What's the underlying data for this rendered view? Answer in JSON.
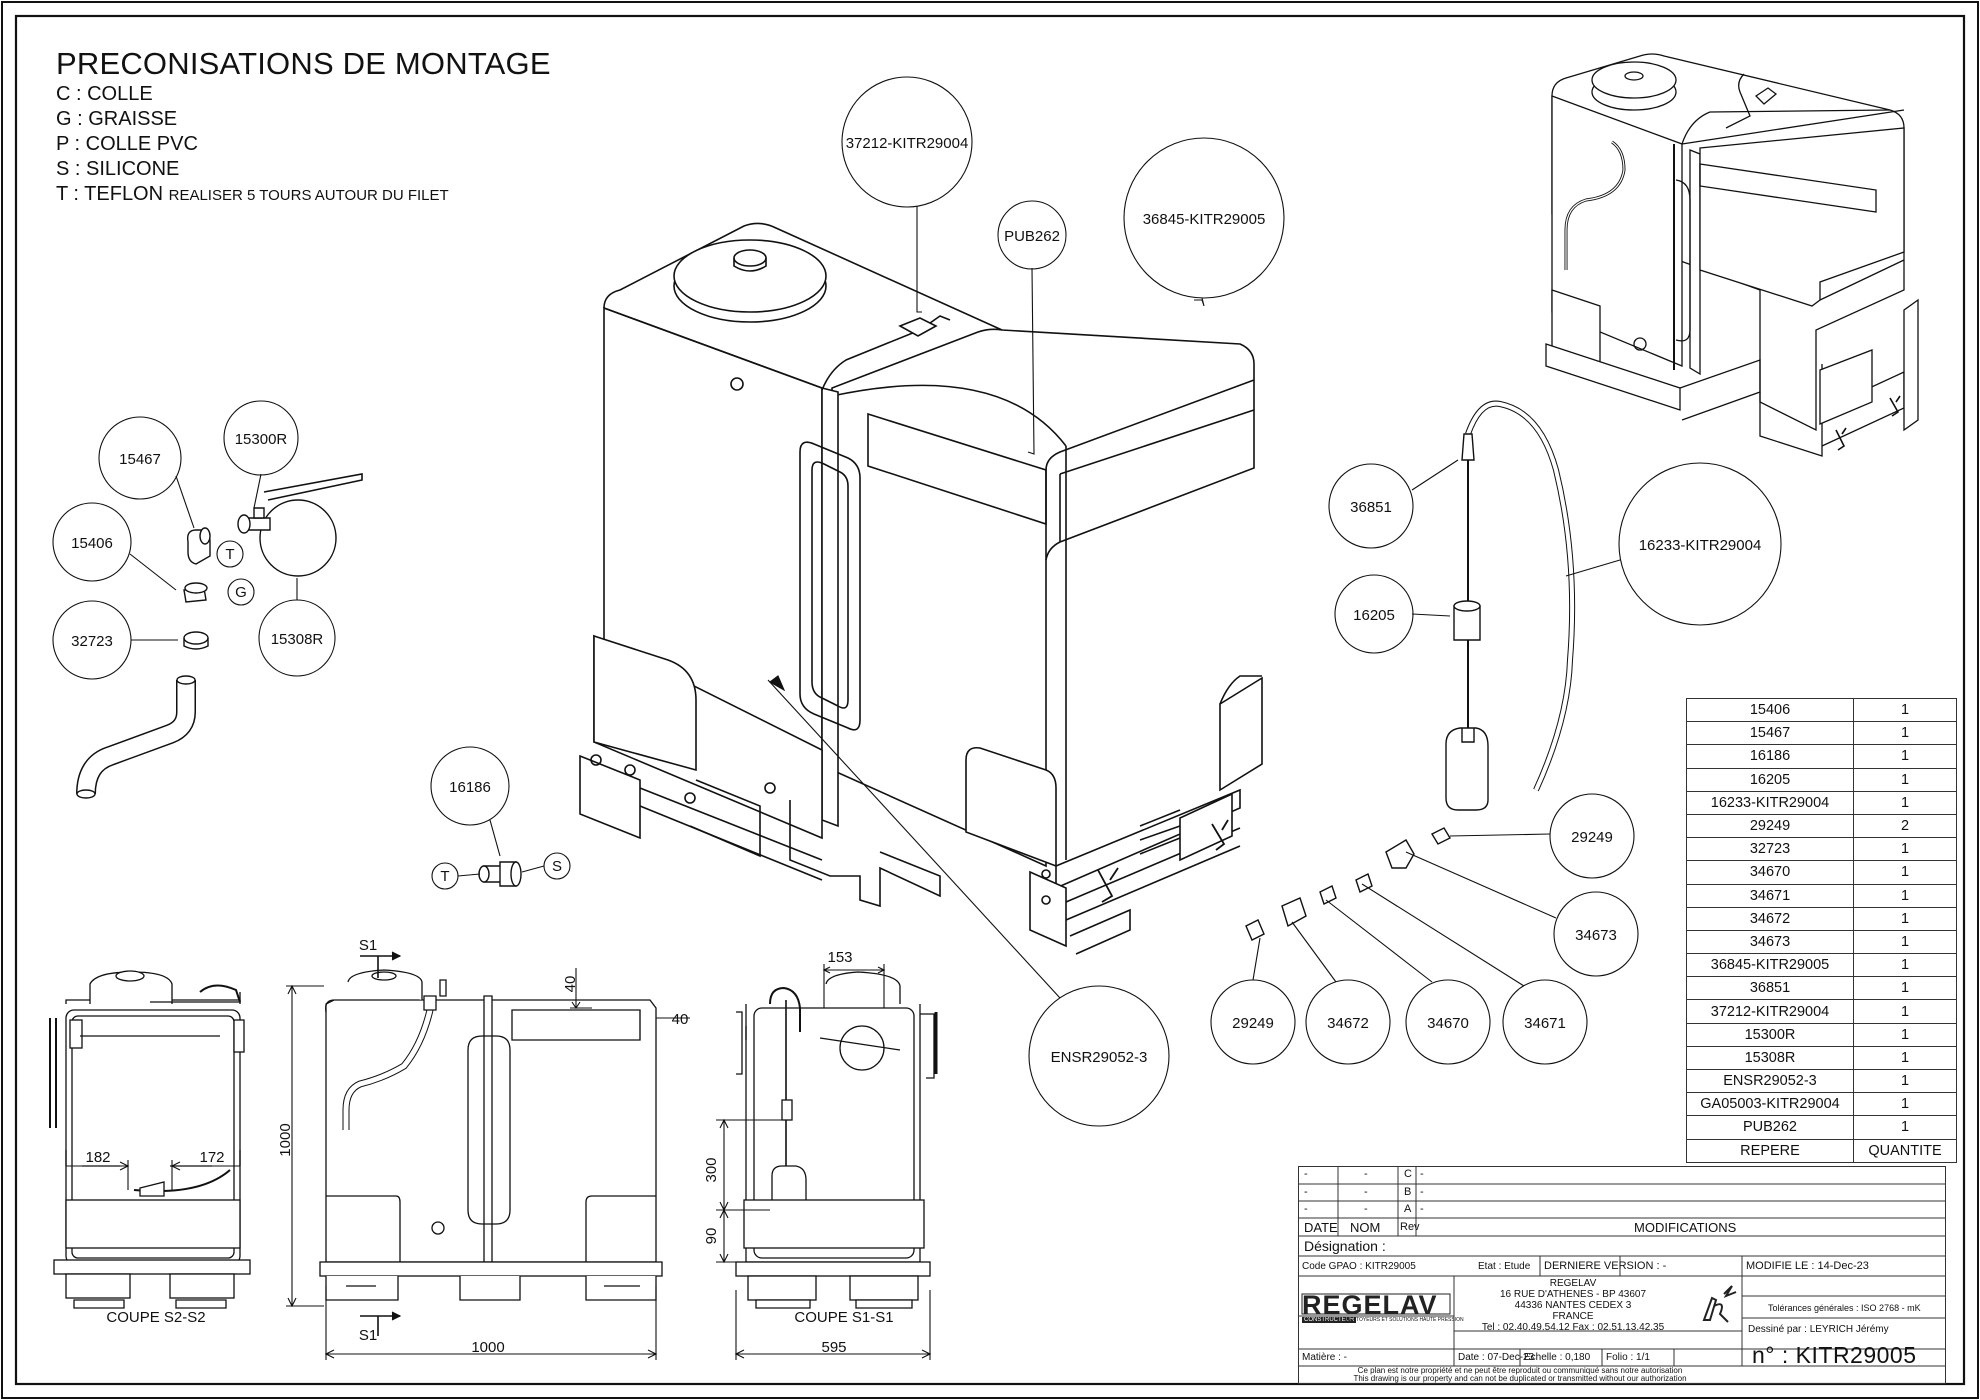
{
  "notes": {
    "title": "PRECONISATIONS DE MONTAGE",
    "lines": [
      "C : COLLE",
      "G : GRAISSE",
      "P : COLLE PVC",
      "S : SILICONE"
    ],
    "teflon_label": "T : TEFLON",
    "teflon_note": "REALISER 5 TOURS AUTOUR DU FILET"
  },
  "bubbles": {
    "b37212": "37212-KITR29004",
    "pub262": "PUB262",
    "b36845": "36845-KITR29005",
    "b15467": "15467",
    "b15300r": "15300R",
    "b15406": "15406",
    "b32723": "32723",
    "b15308r": "15308R",
    "b16186": "16186",
    "b36851": "36851",
    "b16233": "16233-KITR29004",
    "b16205": "16205",
    "b29249a": "29249",
    "b34673": "34673",
    "b29249b": "29249",
    "b34672": "34672",
    "b34670": "34670",
    "b34671": "34671",
    "ensr": "ENSR29052-3",
    "g": "G",
    "t1": "T",
    "t2": "T",
    "s": "S"
  },
  "dimensions": {
    "d40a": "40",
    "d40b": "40",
    "d153": "153",
    "d1000v": "1000",
    "d1000h": "1000",
    "d182": "182",
    "d172": "172",
    "d300": "300",
    "d90": "90",
    "d595": "595",
    "s1a": "S1",
    "s1b": "S1",
    "coupe_s2": "COUPE  S2-S2",
    "coupe_s1": "COUPE  S1-S1"
  },
  "bom": {
    "rows": [
      [
        "15406",
        "1"
      ],
      [
        "15467",
        "1"
      ],
      [
        "16186",
        "1"
      ],
      [
        "16205",
        "1"
      ],
      [
        "16233-KITR29004",
        "1"
      ],
      [
        "29249",
        "2"
      ],
      [
        "32723",
        "1"
      ],
      [
        "34670",
        "1"
      ],
      [
        "34671",
        "1"
      ],
      [
        "34672",
        "1"
      ],
      [
        "34673",
        "1"
      ],
      [
        "36845-KITR29005",
        "1"
      ],
      [
        "36851",
        "1"
      ],
      [
        "37212-KITR29004",
        "1"
      ],
      [
        "15300R",
        "1"
      ],
      [
        "15308R",
        "1"
      ],
      [
        "ENSR29052-3",
        "1"
      ],
      [
        "GA05003-KITR29004",
        "1"
      ],
      [
        "PUB262",
        "1"
      ]
    ],
    "header": [
      "REPERE",
      "QUANTITE"
    ]
  },
  "title_block": {
    "rev_rows": [
      [
        "-",
        "-",
        "C",
        "-"
      ],
      [
        "-",
        "-",
        "B",
        "-"
      ],
      [
        "-",
        "-",
        "A",
        "-"
      ]
    ],
    "col_date": "DATE",
    "col_nom": "NOM",
    "col_rev": "Rev",
    "modifications": "MODIFICATIONS",
    "designation": "Désignation :",
    "code_gpao": "Code GPAO : KITR29005",
    "etat": "Etat : Etude",
    "derniere_version": "DERNIERE VERSION : -",
    "modifie_le": "MODIFIE LE : 14-Dec-23",
    "company": "REGELAV",
    "company_sub": "CONSTRUCTEUR",
    "company_tag": "NETTOYEURS ET SOLUTIONS HAUTE PRESSION",
    "address": [
      "REGELAV",
      "16 RUE D'ATHENES - BP 43607",
      "44336 NANTES CEDEX 3",
      "FRANCE"
    ],
    "tel": "Tel : 02.40.49.54.12  Fax : 02.51.13.42.35",
    "tolerances": "Tolérances générales : ISO 2768 - mK",
    "dessine": "Dessiné par : LEYRICH Jérémy",
    "matiere": "Matière : -",
    "date": "Date : 07-Dec-23",
    "echelle": "Echelle : 0,180",
    "folio": "Folio : 1/1",
    "numero": "n° : KITR29005",
    "legal1": "Ce plan est notre propriété et ne peut être reproduit ou communiqué sans notre autorisation",
    "legal2": "This drawing is our property and can not be duplicated or transmitted without our authorization"
  }
}
